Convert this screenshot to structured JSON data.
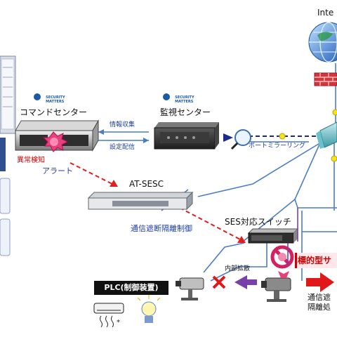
{
  "internet_label": "Inte",
  "security_matters_logo_1": [
    "SECURITY",
    "MATTERS"
  ],
  "security_matters_logo_2": [
    "SECURITY",
    "MATTERS"
  ],
  "command_center_label": "コマンドセンター",
  "monitoring_center_label": "監視センター",
  "info_collection_label": "情報収集",
  "config_distribution_label": "設定配信",
  "anomaly_detection_label": "異常検知",
  "alert_label": "アラート",
  "port_mirroring_label": "ポートミラーリング",
  "at_sesc_label": "AT-SESC",
  "comm_block_control_label": "通信遮断隔離制御",
  "ses_switch_label": "SES対応スイッチ",
  "targeted_label": "標的型サ",
  "internal_spread_label": "内部拡散",
  "plc_label": "PLC(制御装置)",
  "comm_block_partial_1": "通信遮",
  "comm_block_partial_2": "隔離処",
  "colors": {
    "link_blue": "#4a7cc7",
    "dashed_red": "#e02020",
    "dashed_navy": "#1a2a8a",
    "alert_red": "#cc0000",
    "label_blue": "#1f3fa0"
  }
}
